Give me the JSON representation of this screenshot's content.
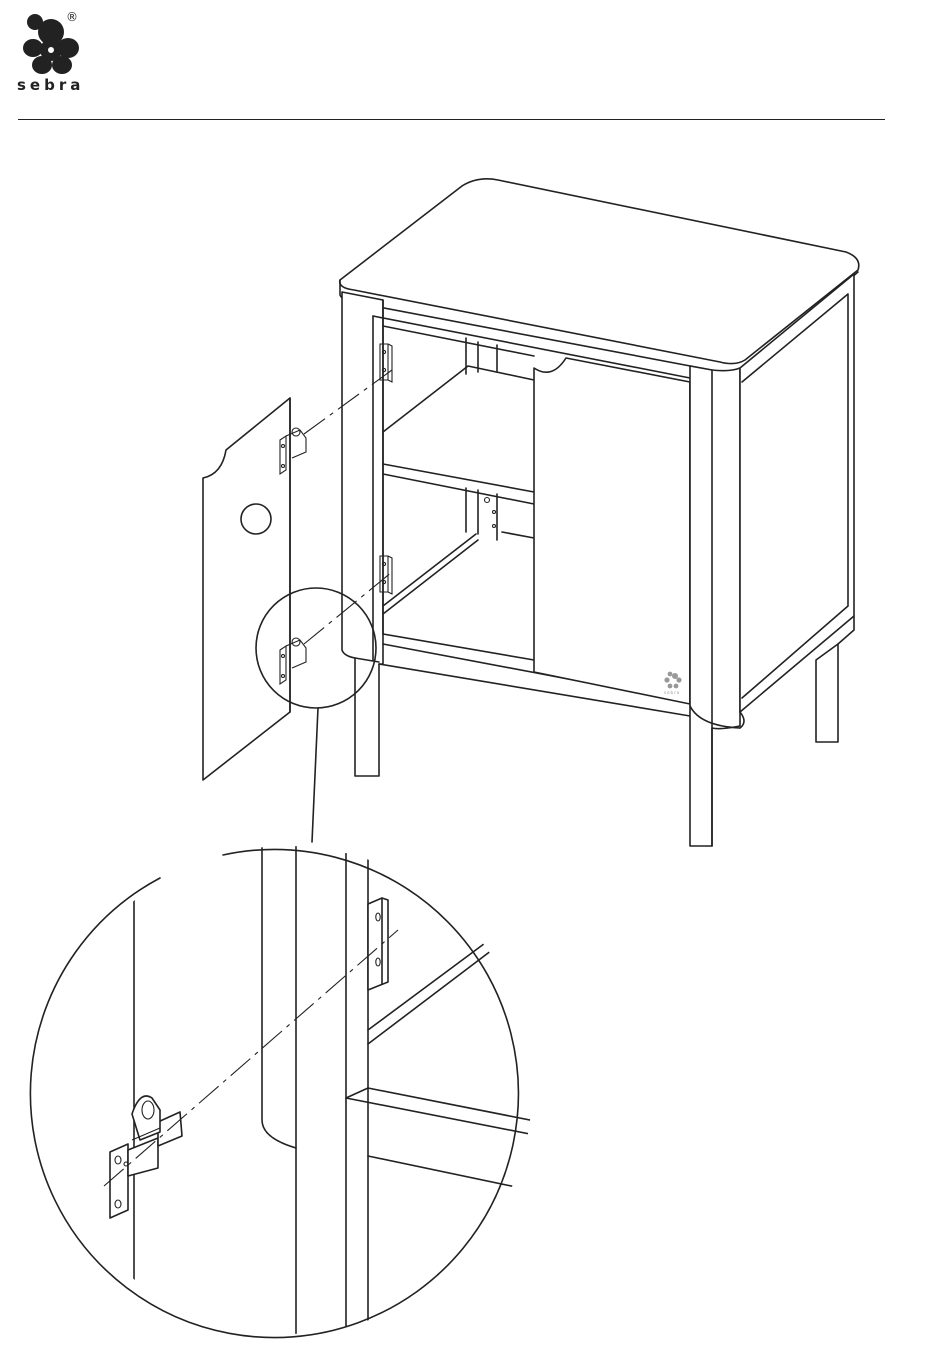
{
  "brand": {
    "name": "sebra",
    "registered_mark": "®",
    "door_badge": "sebra"
  },
  "icons": {
    "brand_logo": "sebra-flower-logo",
    "door_badge": "sebra-flower-logo"
  }
}
